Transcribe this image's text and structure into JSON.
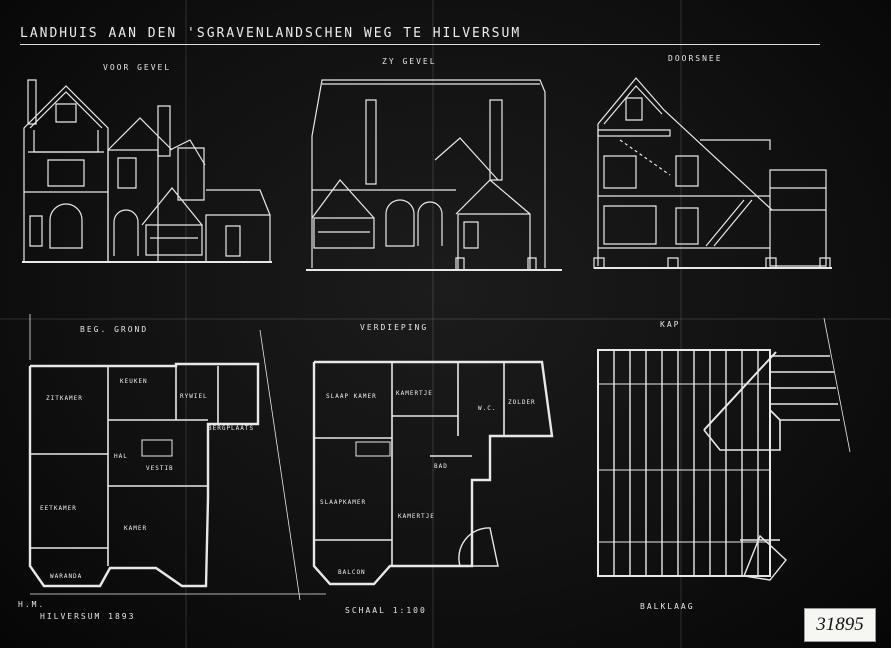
{
  "sheet": {
    "title": "LANDHUIS AAN DEN 'SGRAVENLANDSCHEN WEG TE HILVERSUM",
    "views": {
      "front": "VOOR GEVEL",
      "side": "ZY GEVEL",
      "section": "DOORSNEE"
    },
    "plans": {
      "ground": {
        "label": "BEG. GROND",
        "rooms": [
          "ZITKAMER",
          "KEUKEN",
          "EETKAMER",
          "HAL",
          "VESTIB",
          "KAMER",
          "WARANDA",
          "RYWIEL",
          "BERGPLAATS"
        ]
      },
      "upper": {
        "label": "VERDIEPING",
        "rooms": [
          "SLAAP KAMER",
          "KAMERTJE",
          "W.C.",
          "ZOLDER",
          "BAD",
          "SLAAPKAMER",
          "KAMERTJE",
          "BALCON"
        ]
      },
      "roof": {
        "label": "KAP"
      }
    },
    "scale_note": "SCHAAL 1:100",
    "beams_note": "BALKLAAG",
    "signature": "H.M.",
    "date": "HILVERSUM 1893",
    "archive_number": "31895"
  }
}
